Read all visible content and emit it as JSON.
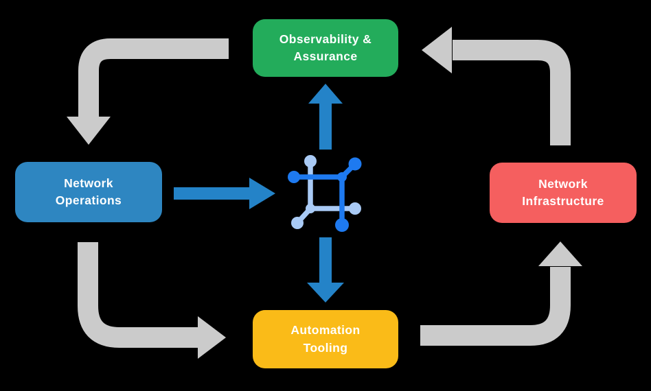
{
  "diagram": {
    "background": "#000000",
    "text_color": "#FFFFFF",
    "nodes": [
      {
        "id": "observability-assurance",
        "label": "Observability &\nAssurance",
        "color": "#23AC5B"
      },
      {
        "id": "network-operations",
        "label": "Network\nOperations",
        "color": "#2E86C1"
      },
      {
        "id": "network-infrastructure",
        "label": "Network\nInfrastructure",
        "color": "#F55F5F"
      },
      {
        "id": "automation-tooling",
        "label": "Automation\nTooling",
        "color": "#FABB18"
      }
    ],
    "center_icon": {
      "name": "network-fabric-icon",
      "primary_color": "#1E7AF0",
      "secondary_color": "#A9CAF5"
    },
    "arrows": {
      "cycle_color": "#CBCBCB",
      "center_color": "#2483C8",
      "cycle": [
        {
          "from": "observability-assurance",
          "to": "network-operations"
        },
        {
          "from": "network-operations",
          "to": "automation-tooling"
        },
        {
          "from": "automation-tooling",
          "to": "network-infrastructure"
        },
        {
          "from": "network-infrastructure",
          "to": "observability-assurance"
        }
      ],
      "center": [
        {
          "from": "network-operations",
          "to": "center-icon"
        },
        {
          "from": "center-icon",
          "to": "observability-assurance"
        },
        {
          "from": "center-icon",
          "to": "automation-tooling"
        }
      ]
    }
  }
}
